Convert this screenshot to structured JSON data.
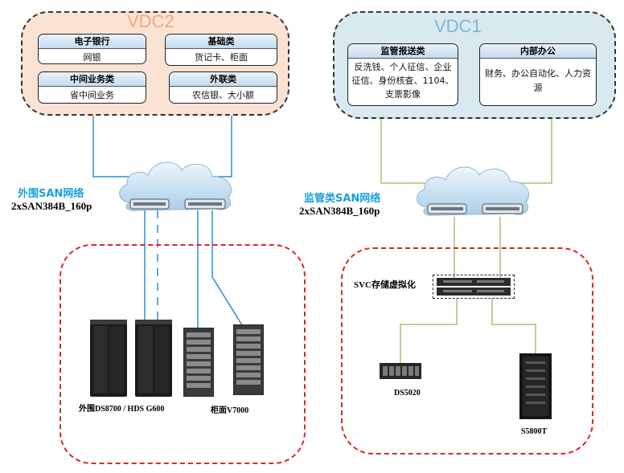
{
  "vdc2": {
    "title": "VDC2",
    "boxes": [
      {
        "header": "电子银行",
        "body": "网银"
      },
      {
        "header": "基础类",
        "body": "货记卡、柜面"
      },
      {
        "header": "中间业务类",
        "body": "省中间业务"
      },
      {
        "header": "外联类",
        "body": "农信银、大小额"
      }
    ]
  },
  "vdc1": {
    "title": "VDC1",
    "boxes": [
      {
        "header": "监管报送类",
        "body": "反洗钱、个人征信、企业征信、身份核查、1104、支票影像"
      },
      {
        "header": "内部办公",
        "body": "财务、办公自动化、人力资源"
      }
    ]
  },
  "left_network": {
    "label": "外围SAN网络",
    "model": "2xSAN384B_160p"
  },
  "right_network": {
    "label": "监管类SAN网络",
    "model": "2xSAN384B_160p"
  },
  "left_storage": {
    "label_a": "外围DS8700 / HDS G600",
    "label_b": "柜面V7000"
  },
  "right_storage": {
    "svc_label": "SVC存储虚拟化",
    "device_a": "DS5020",
    "device_b": "S5800T"
  },
  "colors": {
    "vdc2_fill": "#fbe3d3",
    "vdc1_fill": "#d8e9f0",
    "vdc2_title": "#f2a77e",
    "vdc1_title": "#7fb7dc",
    "left_link": "#2a8fd0",
    "right_link": "#a4c46e",
    "zone_border": "#e52222"
  }
}
